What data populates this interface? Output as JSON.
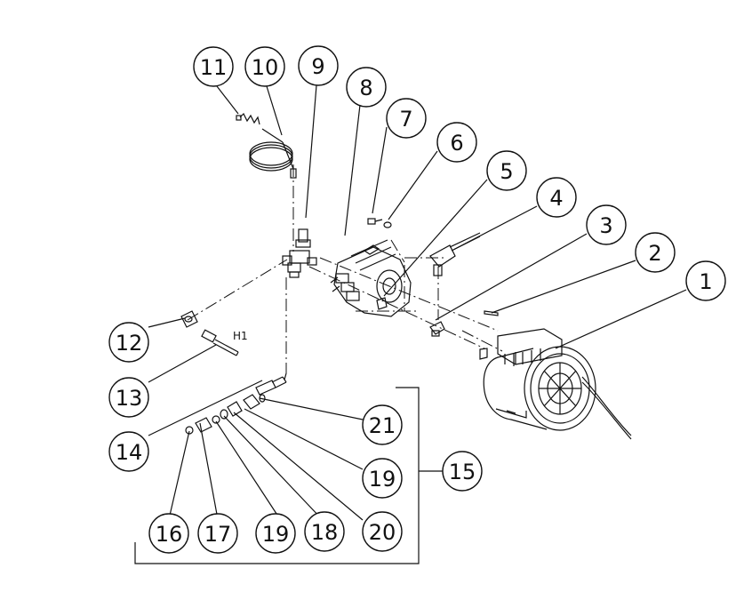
{
  "callouts": [
    {
      "id": "1",
      "label": "1"
    },
    {
      "id": "2",
      "label": "2"
    },
    {
      "id": "3",
      "label": "3"
    },
    {
      "id": "4",
      "label": "4"
    },
    {
      "id": "5",
      "label": "5"
    },
    {
      "id": "6",
      "label": "6"
    },
    {
      "id": "7",
      "label": "7"
    },
    {
      "id": "8",
      "label": "8"
    },
    {
      "id": "9",
      "label": "9"
    },
    {
      "id": "10",
      "label": "10"
    },
    {
      "id": "11",
      "label": "11"
    },
    {
      "id": "12",
      "label": "12"
    },
    {
      "id": "13",
      "label": "13"
    },
    {
      "id": "14",
      "label": "14"
    },
    {
      "id": "15",
      "label": "15"
    },
    {
      "id": "16",
      "label": "16"
    },
    {
      "id": "17",
      "label": "17"
    },
    {
      "id": "18",
      "label": "18"
    },
    {
      "id": "19a",
      "label": "19"
    },
    {
      "id": "19b",
      "label": "19"
    },
    {
      "id": "20",
      "label": "20"
    },
    {
      "id": "21",
      "label": "21"
    }
  ],
  "labels": {
    "hose_marker": "H1"
  }
}
